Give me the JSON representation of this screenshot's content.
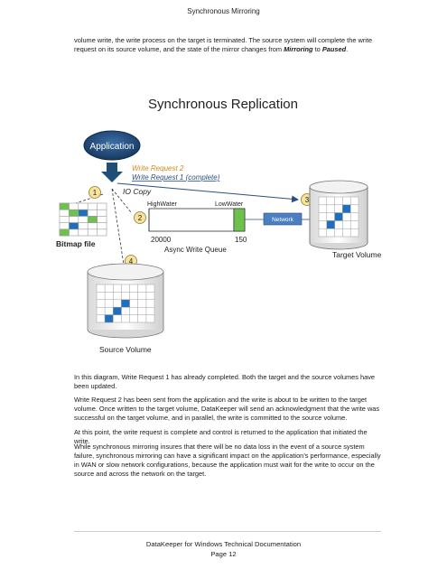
{
  "header": {
    "title": "Synchronous Mirroring"
  },
  "intro": {
    "text_before": "volume write, the write process on the target is terminated.  The source system will complete the write request on its source volume, and the state of the mirror changes from ",
    "state_from": "Mirroring",
    "text_mid": " to ",
    "state_to": "Paused",
    "text_end": "."
  },
  "diagram": {
    "title": "Synchronous Replication",
    "application_label": "Application",
    "write_request_2": "Write Request 2",
    "write_request_1": "Write Request 1 (complete)",
    "io_copy": "IO Copy",
    "high_water": "HighWater",
    "low_water": "LowWater",
    "network": "Network",
    "queue_high_value": "20000",
    "queue_low_value": "150",
    "queue_label": "Async Write Queue",
    "bitmap_label": "Bitmap file",
    "target_label": "Target Volume",
    "source_label": "Source Volume",
    "step_1": "1",
    "step_2": "2",
    "step_3": "3",
    "step_4": "4",
    "colors": {
      "app_blue": "#1f4e79",
      "grid_blue": "#1f6fbf",
      "grid_green": "#6cc24a",
      "step_yellow": "#f7e39a",
      "network_blue": "#4a7fc1"
    }
  },
  "paragraphs": [
    "In this diagram, Write Request 1 has already completed.  Both the target and the source volumes have been updated.",
    "Write Request 2 has been sent from the application and the write is about to be written to the target volume. Once written to the target volume, DataKeeper will send an acknowledgment that the write was successful on the target volume, and in parallel, the write is committed to the source volume.",
    "At this point, the write request is complete and control is returned to the application that initiated the write.",
    "While synchronous mirroring insures that there will be no data loss in the event of a source system failure, synchronous mirroring can have a significant impact on the application’s performance, especially in WAN or slow network configurations, because the application must wait for the write to occur on the source and across the network on the target."
  ],
  "footer": {
    "doc_title": "DataKeeper for Windows Technical Documentation",
    "page": "Page 12"
  }
}
